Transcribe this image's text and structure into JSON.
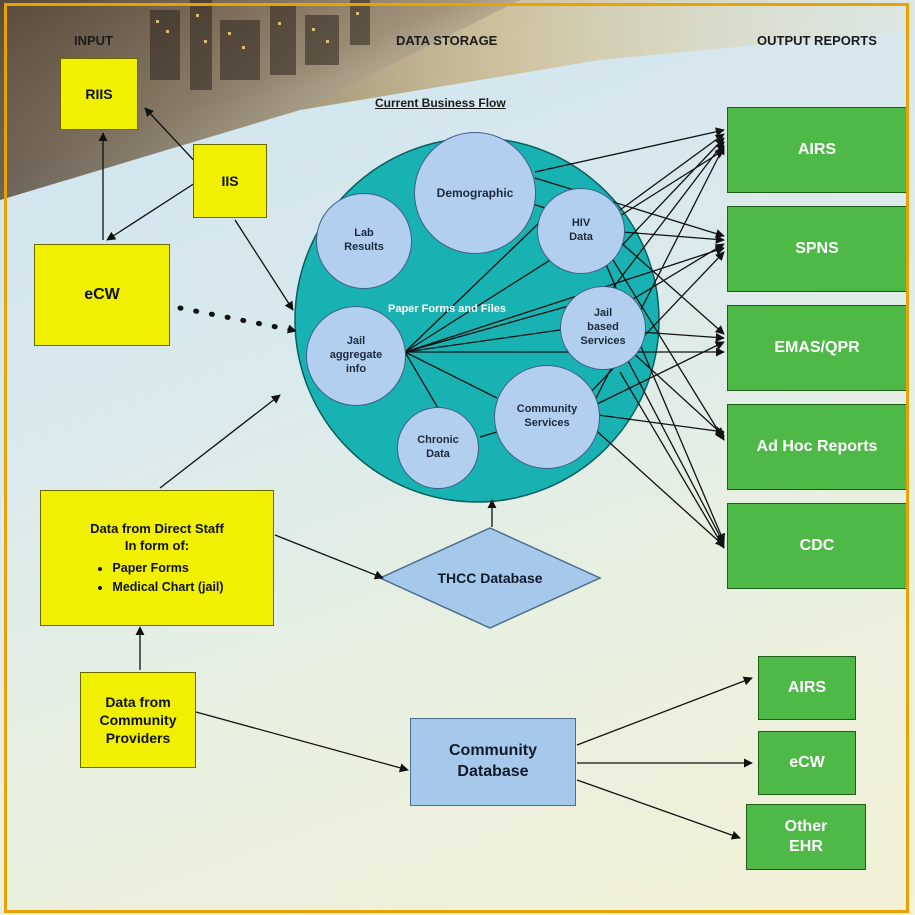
{
  "headers": {
    "input": "INPUT",
    "data_storage": "DATA STORAGE",
    "output_reports": "OUTPUT REPORTS"
  },
  "flow_title": "Current Business Flow",
  "inputs": {
    "riis": "RIIS",
    "iis": "IIS",
    "ecw": "eCW",
    "direct_staff": {
      "title_line1": "Data from Direct Staff",
      "title_line2": "In form of:",
      "bullets": [
        "Paper Forms",
        "Medical Chart (jail)"
      ]
    },
    "community_providers": [
      "Data from",
      "Community",
      "Providers"
    ]
  },
  "storage": {
    "paper_forms_label": "Paper Forms and Files",
    "bubbles": {
      "demographic": [
        "Demographic"
      ],
      "lab_results": [
        "Lab",
        "Results"
      ],
      "hiv_data": [
        "HIV",
        "Data"
      ],
      "jail_aggregate": [
        "Jail",
        "aggregate",
        "info"
      ],
      "jail_based": [
        "Jail",
        "based",
        "Services"
      ],
      "community_services": [
        "Community",
        "Services"
      ],
      "chronic_data": [
        "Chronic",
        "Data"
      ]
    },
    "thcc_database": "THCC Database",
    "community_database": [
      "Community",
      "Database"
    ]
  },
  "outputs": {
    "airs": "AIRS",
    "spns": "SPNS",
    "emas_qpr": "EMAS/QPR",
    "ad_hoc": "Ad Hoc Reports",
    "cdc": "CDC",
    "airs_small": "AIRS",
    "ecw_small": "eCW",
    "other_ehr": [
      "Other",
      "EHR"
    ]
  },
  "colors": {
    "frame": "#e9a300",
    "input_box": "#f0f000",
    "output_box": "#4fb948",
    "storage_circle": "#19b2b2",
    "bubble": "#b3cff0",
    "database": "#a6c8ea"
  }
}
